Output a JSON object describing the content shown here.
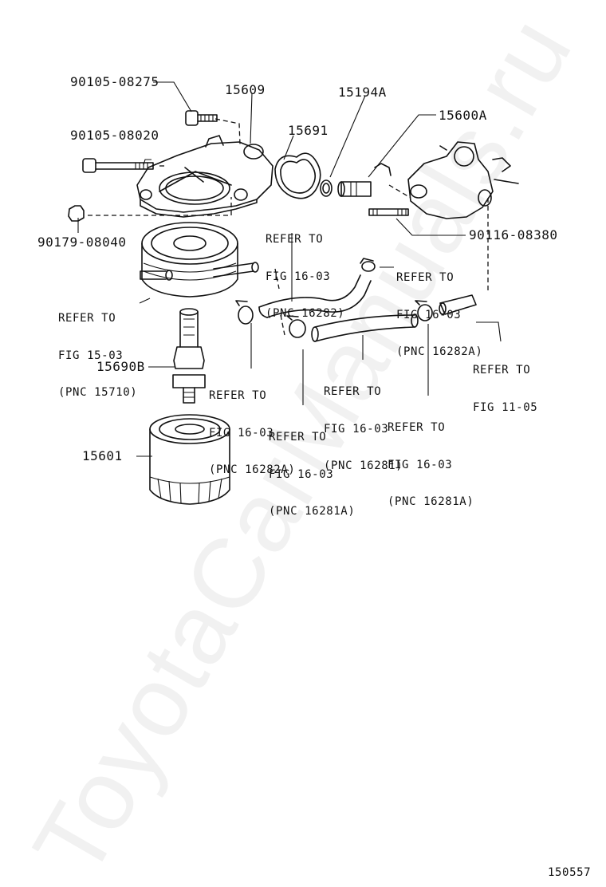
{
  "watermark": "ToyotaCarManuals.ru",
  "diagram_id": "150557",
  "parts": {
    "p90105_08275": "90105-08275",
    "p15609": "15609",
    "p15194A": "15194A",
    "p15600A": "15600A",
    "p90105_08020": "90105-08020",
    "p15691": "15691",
    "p90179_08040": "90179-08040",
    "p90116_08380": "90116-08380",
    "p15690B": "15690B",
    "p15601": "15601"
  },
  "refs": {
    "r16282_top": [
      "REFER TO",
      "FIG 16-03",
      "(PNC 16282)"
    ],
    "r16282A_right": [
      "REFER TO",
      "FIG 16-03",
      "(PNC 16282A)"
    ],
    "r15710": [
      "REFER TO",
      "FIG 15-03",
      "(PNC 15710)"
    ],
    "r1105": [
      "REFER TO",
      "FIG 11-05"
    ],
    "r16282A_mid": [
      "REFER TO",
      "FIG 16-03",
      "(PNC 16282A)"
    ],
    "r16281": [
      "REFER TO",
      "FIG 16-03",
      "(PNC 16281)"
    ],
    "r16281A_left": [
      "REFER TO",
      "FIG 16-03",
      "(PNC 16281A)"
    ],
    "r16281A_right": [
      "REFER TO",
      "FIG 16-03",
      "(PNC 16281A)"
    ]
  }
}
